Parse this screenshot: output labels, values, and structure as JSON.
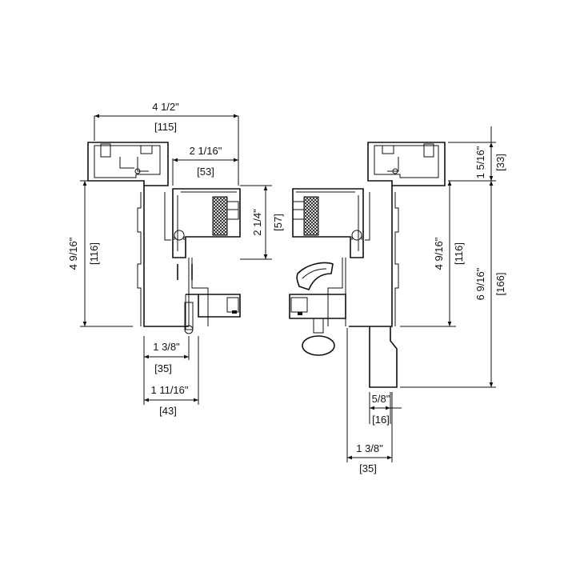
{
  "dimensions": {
    "top_width_in": "4 1/2\"",
    "top_width_mm": "[115]",
    "inner_width_in": "2 1/16\"",
    "inner_width_mm": "[53]",
    "glass_height_in": "2 1/4\"",
    "glass_height_mm": "[57]",
    "left_height_in": "4 9/16\"",
    "left_height_mm": "[116]",
    "left_bottom1_in": "1 3/8\"",
    "left_bottom1_mm": "[35]",
    "left_bottom2_in": "1 11/16\"",
    "left_bottom2_mm": "[43]",
    "right_height_in": "4 9/16\"",
    "right_height_mm": "[116]",
    "right_top_in": "1 5/16\"",
    "right_top_mm": "[33]",
    "right_total_in": "6 9/16\"",
    "right_total_mm": "[166]",
    "right_small_in": "5/8\"",
    "right_small_mm": "[16]",
    "right_bottom_in": "1 3/8\"",
    "right_bottom_mm": "[35]"
  }
}
